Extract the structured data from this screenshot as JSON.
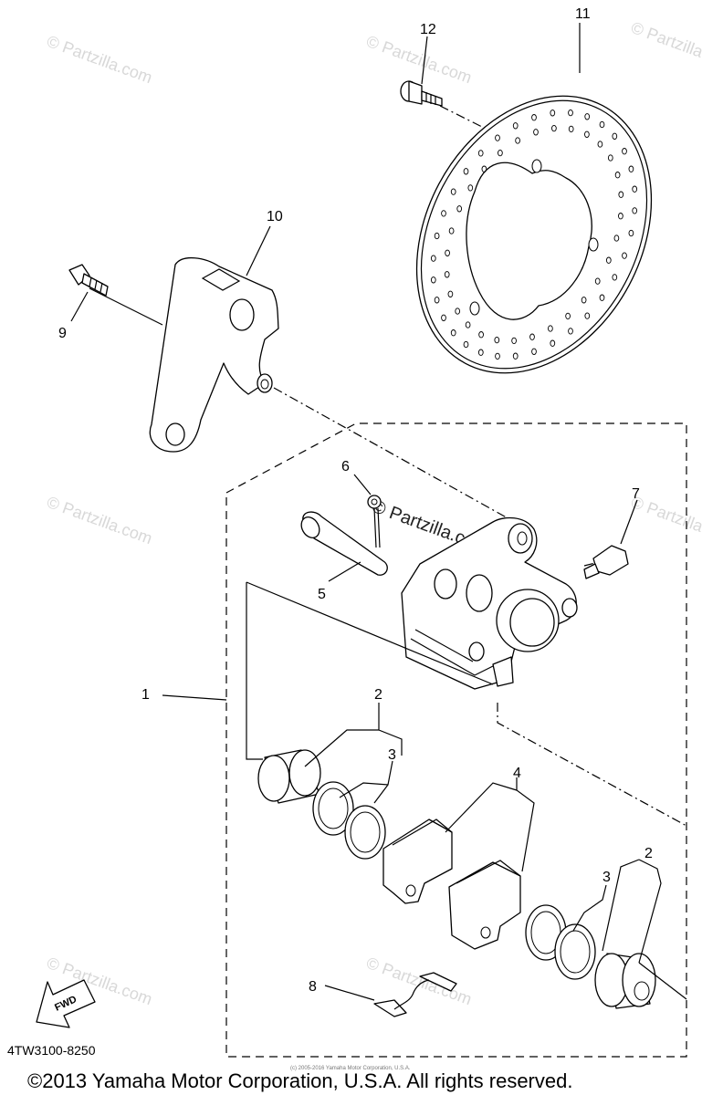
{
  "callouts": {
    "c1": "1",
    "c2a": "2",
    "c2b": "2",
    "c3a": "3",
    "c3b": "3",
    "c4": "4",
    "c5": "5",
    "c6": "6",
    "c7": "7",
    "c8": "8",
    "c9": "9",
    "c10": "10",
    "c11": "11",
    "c12": "12"
  },
  "watermark": {
    "text": "© Partzilla.com",
    "center_text": "© Partzilla.com"
  },
  "direction_badge": "FWD",
  "diagram_code": "4TW3100-8250",
  "small_print": "(c) 2005-2016 Yamaha Motor Corporation, U.S.A.",
  "copyright": "©2013 Yamaha Motor Corporation, U.S.A. All rights reserved."
}
